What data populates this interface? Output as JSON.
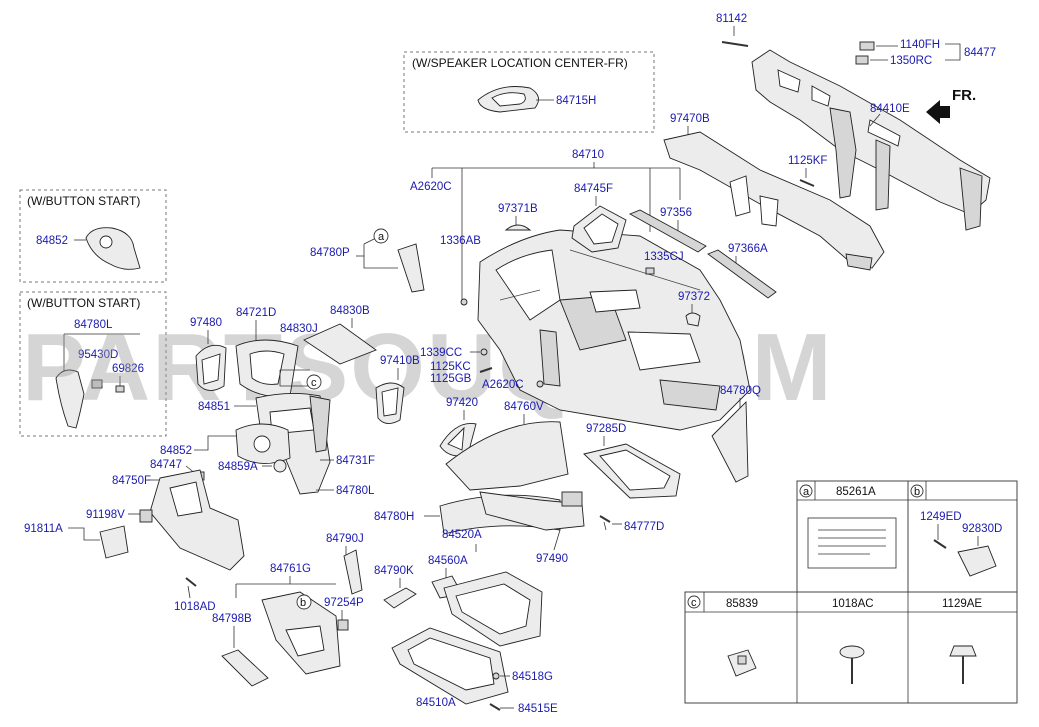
{
  "parts": {
    "p81142": "81142",
    "p1140FH": "1140FH",
    "p84477": "84477",
    "p1350RC": "1350RC",
    "pFR": "FR.",
    "p84410E": "84410E",
    "p84715H": "84715H",
    "p97470B": "97470B",
    "p1125KF": "1125KF",
    "p84710": "84710",
    "pA2620C_top": "A2620C",
    "p84745F": "84745F",
    "p97356": "97356",
    "p97371B": "97371B",
    "p1336AB": "1336AB",
    "p1335CJ": "1335CJ",
    "p97366A": "97366A",
    "p84780P": "84780P",
    "p97372": "97372",
    "p84852_top": "84852",
    "p84780L": "84780L",
    "p95430D": "95430D",
    "p69826": "69826",
    "p97480": "97480",
    "p84721D": "84721D",
    "p84830J": "84830J",
    "p84830B": "84830B",
    "p1339CC": "1339CC",
    "p1125KC": "1125KC",
    "p1125GB": "1125GB",
    "p97410B": "97410B",
    "pA2620C_mid": "A2620C",
    "p84780Q": "84780Q",
    "p84851": "84851",
    "p97420": "97420",
    "p84760V": "84760V",
    "p97285D": "97285D",
    "p84852_mid": "84852",
    "p84747": "84747",
    "p84859A": "84859A",
    "p84731F": "84731F",
    "p84750F": "84750F",
    "p84780L_mid": "84780L",
    "p91198V": "91198V",
    "p91811A": "91811A",
    "p84780H": "84780H",
    "p84777D": "84777D",
    "p84520A": "84520A",
    "p97490": "97490",
    "p84790J": "84790J",
    "p84560A": "84560A",
    "p84790K": "84790K",
    "p84761G": "84761G",
    "p1018AD": "1018AD",
    "p97254P": "97254P",
    "p84798B": "84798B",
    "p84518G": "84518G",
    "p84510A": "84510A",
    "p84515E": "84515E"
  },
  "boxes": {
    "speaker": "(W/SPEAKER LOCATION CENTER-FR)",
    "button_start_1": "(W/BUTTON START)",
    "button_start_2": "(W/BUTTON START)"
  },
  "table": {
    "a_ref": "a",
    "a_part": "85261A",
    "b_ref": "b",
    "b_part1": "1249ED",
    "b_part2": "92830D",
    "c_ref": "c",
    "c_part1": "85839",
    "c_part2": "1018AC",
    "c_part3": "1129AE"
  },
  "callouts": {
    "a": "a",
    "b": "b",
    "c": "c"
  },
  "watermark": "PARTSOUQ.COM"
}
